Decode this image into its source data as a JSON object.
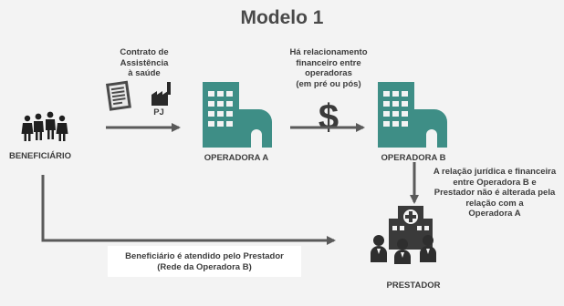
{
  "title": "Modelo 1",
  "nodes": {
    "beneficiario": "BENEFICIÁRIO",
    "operadora_a": "OPERADORA A",
    "operadora_b": "OPERADORA B",
    "prestador": "PRESTADOR"
  },
  "annotations": {
    "contrato": [
      "Contrato de",
      "Assistência",
      "à saúde"
    ],
    "pj": "PJ",
    "relacionamento": [
      "Há relacionamento",
      "financeiro entre",
      "operadoras",
      "(em pré ou pós)"
    ],
    "relacao_juridica": [
      "A relação jurídica e financeira",
      "entre Operadora B e",
      "Prestador não é alterada pela",
      "relação com a",
      "Operadora A"
    ],
    "atendimento": [
      "Beneficiário é atendido pelo Prestador",
      "(Rede da Operadora B)"
    ]
  },
  "colors": {
    "building": "#3e8e86",
    "arrow": "#5a5a5a",
    "person": "#1f1f1f",
    "background": "#f3f3f3"
  },
  "icons": [
    "people-icon",
    "document-icon",
    "factory-icon",
    "building-icon",
    "dollar-icon",
    "hospital-icon",
    "doctors-icon"
  ]
}
